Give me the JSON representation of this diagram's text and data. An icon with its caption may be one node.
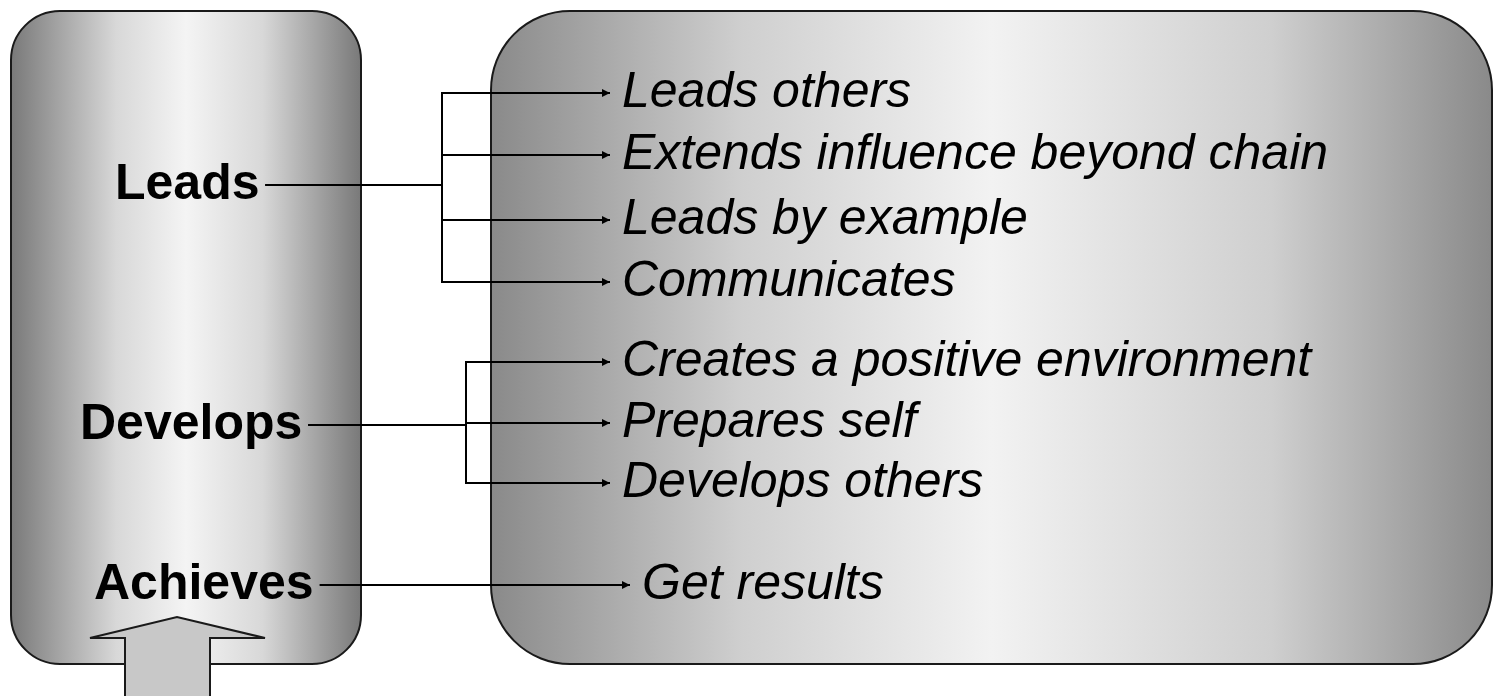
{
  "diagram": {
    "nodes": [
      {
        "text": [],
        "shape": "box"
      },
      {
        "text": [
          "Leads"
        ],
        "in": 0
      },
      {
        "text": [
          "Develops"
        ],
        "in": 0
      },
      {
        "text": [
          "Achieves"
        ],
        "in": 0
      },
      {
        "text": [],
        "shape": "box"
      },
      {
        "text": [
          "Leads others"
        ],
        "in": 4
      },
      {
        "text": [
          "Extends influence beyond chain"
        ],
        "in": 4
      },
      {
        "text": [
          "Leads by example"
        ],
        "in": 4
      },
      {
        "text": [
          "Communicates"
        ],
        "in": 4
      },
      {
        "text": [
          "Creates a positive environment"
        ],
        "in": 4
      },
      {
        "text": [
          "Prepares self"
        ],
        "in": 4
      },
      {
        "text": [
          "Develops others"
        ],
        "in": 4
      },
      {
        "text": [
          "Get results"
        ],
        "in": 4
      }
    ],
    "edges": [
      {
        "from": 1,
        "to": 5,
        "arrow": "to"
      },
      {
        "from": 1,
        "to": 6,
        "arrow": "to"
      },
      {
        "from": 1,
        "to": 7,
        "arrow": "to"
      },
      {
        "from": 1,
        "to": 8,
        "arrow": "to"
      },
      {
        "from": 2,
        "to": 9,
        "arrow": "to"
      },
      {
        "from": 2,
        "to": 10,
        "arrow": "to"
      },
      {
        "from": 2,
        "to": 11,
        "arrow": "to"
      },
      {
        "from": 3,
        "to": 12,
        "arrow": "to"
      }
    ]
  }
}
